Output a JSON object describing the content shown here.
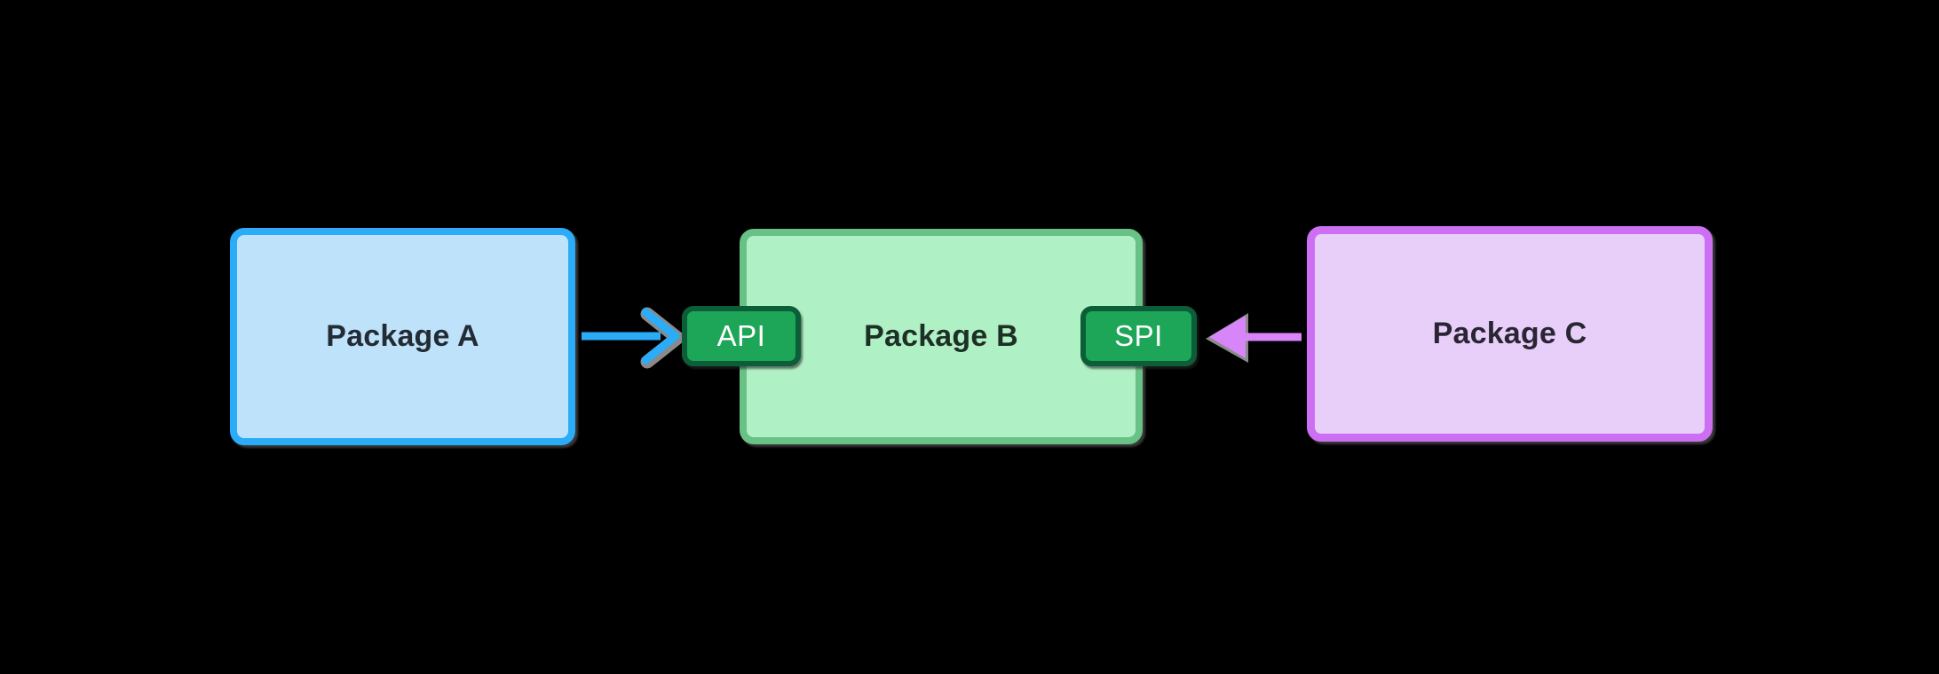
{
  "diagram": {
    "background": "#000000",
    "nodes": [
      {
        "id": "package-a",
        "label": "Package A",
        "fill": "#bfe2fb",
        "border_color": "#2bacf8",
        "text_color": "#232c35"
      },
      {
        "id": "package-b",
        "label": "Package B",
        "fill": "#b0f0c5",
        "border_color": "#68c185",
        "text_color": "#1e3026"
      },
      {
        "id": "package-c",
        "label": "Package C",
        "fill": "#e8cffa",
        "border_color": "#cc6ff2",
        "text_color": "#2a2533"
      }
    ],
    "badges": [
      {
        "id": "api",
        "label": "API",
        "fill": "#1da558",
        "border_color": "#0b5e37",
        "text_color": "#ffffff",
        "attached_to": "package-b",
        "side": "left"
      },
      {
        "id": "spi",
        "label": "SPI",
        "fill": "#1da558",
        "border_color": "#0b5e37",
        "text_color": "#ffffff",
        "attached_to": "package-b",
        "side": "right"
      }
    ],
    "arrows": [
      {
        "id": "a-to-api",
        "from": "package-a",
        "to": "api-badge",
        "direction": "right",
        "head": "open-chevron",
        "color": "#2bacf8",
        "shadow_color": "#8a8a8a"
      },
      {
        "id": "c-to-spi",
        "from": "package-c",
        "to": "spi-badge",
        "direction": "left",
        "head": "filled-triangle",
        "color": "#d985fa",
        "shadow_color": "#8a8a8a"
      }
    ]
  }
}
